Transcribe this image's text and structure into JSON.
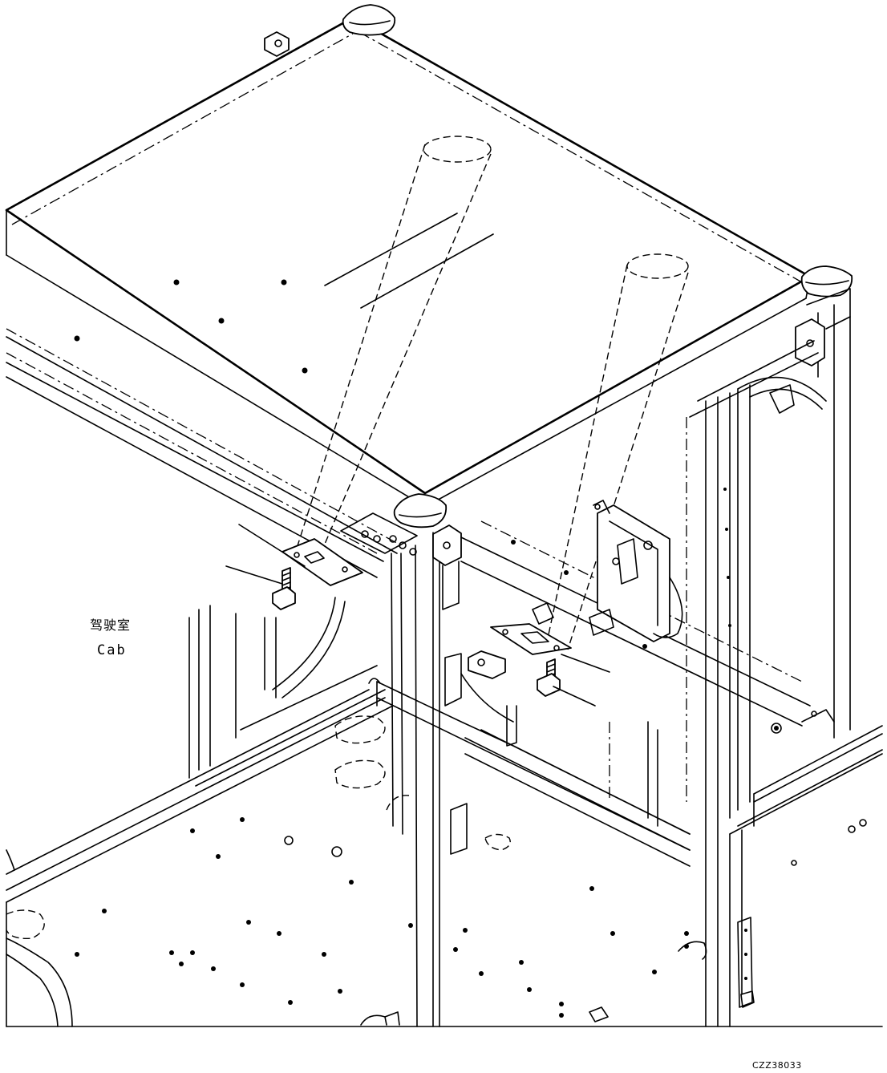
{
  "labels": {
    "cab_cn": "驾驶室",
    "cab_en": "Cab",
    "drawing_number": "CZZ38033"
  }
}
